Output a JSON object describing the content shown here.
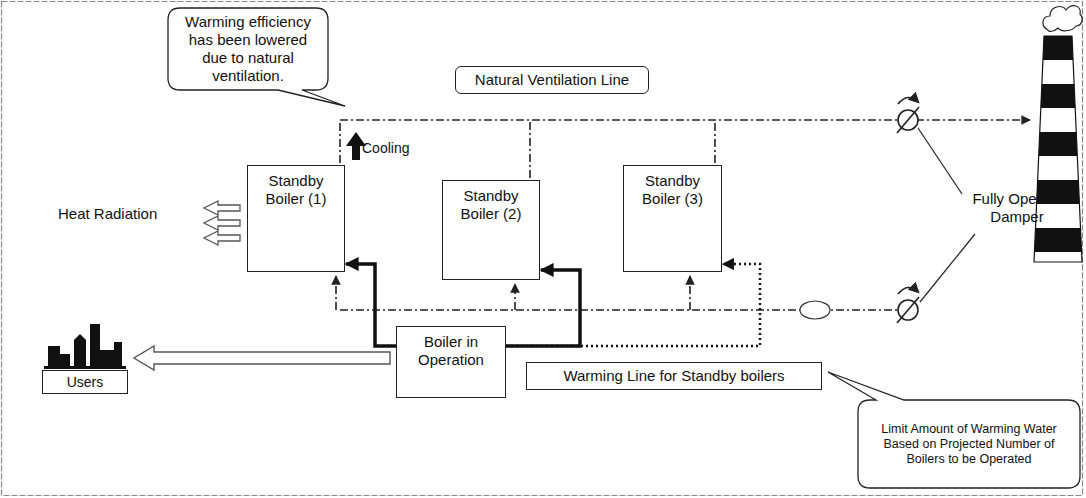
{
  "diagram": {
    "nodes": [
      {
        "text": [
          "Warming efficiency has been lowered due to natural ventilation."
        ]
      },
      {
        "text": [
          "Natural Ventilation Line"
        ]
      },
      {
        "text": [
          "Standby Boiler (1)"
        ]
      },
      {
        "text": [
          "Standby Boiler (2)"
        ]
      },
      {
        "text": [
          "Standby Boiler (3)"
        ]
      },
      {
        "text": [
          "Users"
        ]
      },
      {
        "text": [
          "Boiler in Operation"
        ]
      },
      {
        "text": [
          "Warming Line for Standby boilers"
        ]
      },
      {
        "text": [
          "Limit Amount of Warming Water Based on Projected Number of Boilers to be Operated"
        ]
      }
    ],
    "edges": [
      {
        "from": 6,
        "to": 2,
        "arrow": "to"
      },
      {
        "from": 6,
        "to": 3,
        "arrow": "to"
      },
      {
        "from": 6,
        "to": 4,
        "arrow": "to"
      },
      {
        "from": 6,
        "to": 5,
        "arrow": "to"
      }
    ],
    "labels": [
      "Cooling",
      "Heat Radiation",
      "Fully Opened Damper"
    ]
  }
}
